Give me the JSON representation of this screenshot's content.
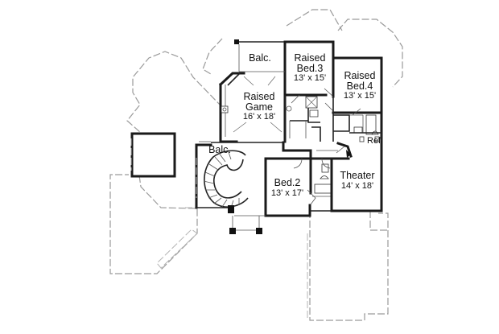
{
  "plan": {
    "rooms": [
      {
        "id": "balcony-upper",
        "name": "Balc.",
        "dims": ""
      },
      {
        "id": "raised-bed-3",
        "name_line1": "Raised",
        "name_line2": "Bed.3",
        "dims": "13' x 15'"
      },
      {
        "id": "raised-bed-4",
        "name_line1": "Raised",
        "name_line2": "Bed.4",
        "dims": "13' x 15'"
      },
      {
        "id": "raised-game",
        "name_line1": "Raised",
        "name_line2": "Game",
        "dims": "16' x 18'"
      },
      {
        "id": "balcony-lower",
        "name": "Balc.",
        "dims": ""
      },
      {
        "id": "bed-2",
        "name": "Bed.2",
        "dims": "13' x 17'"
      },
      {
        "id": "theater",
        "name": "Theater",
        "dims": "14' x 18'"
      },
      {
        "id": "ref",
        "name": "Ref",
        "dims": ""
      }
    ],
    "colors": {
      "wall": "#1a1a1a",
      "dashed_outline": "#9a9a9a",
      "background": "#ffffff"
    }
  }
}
